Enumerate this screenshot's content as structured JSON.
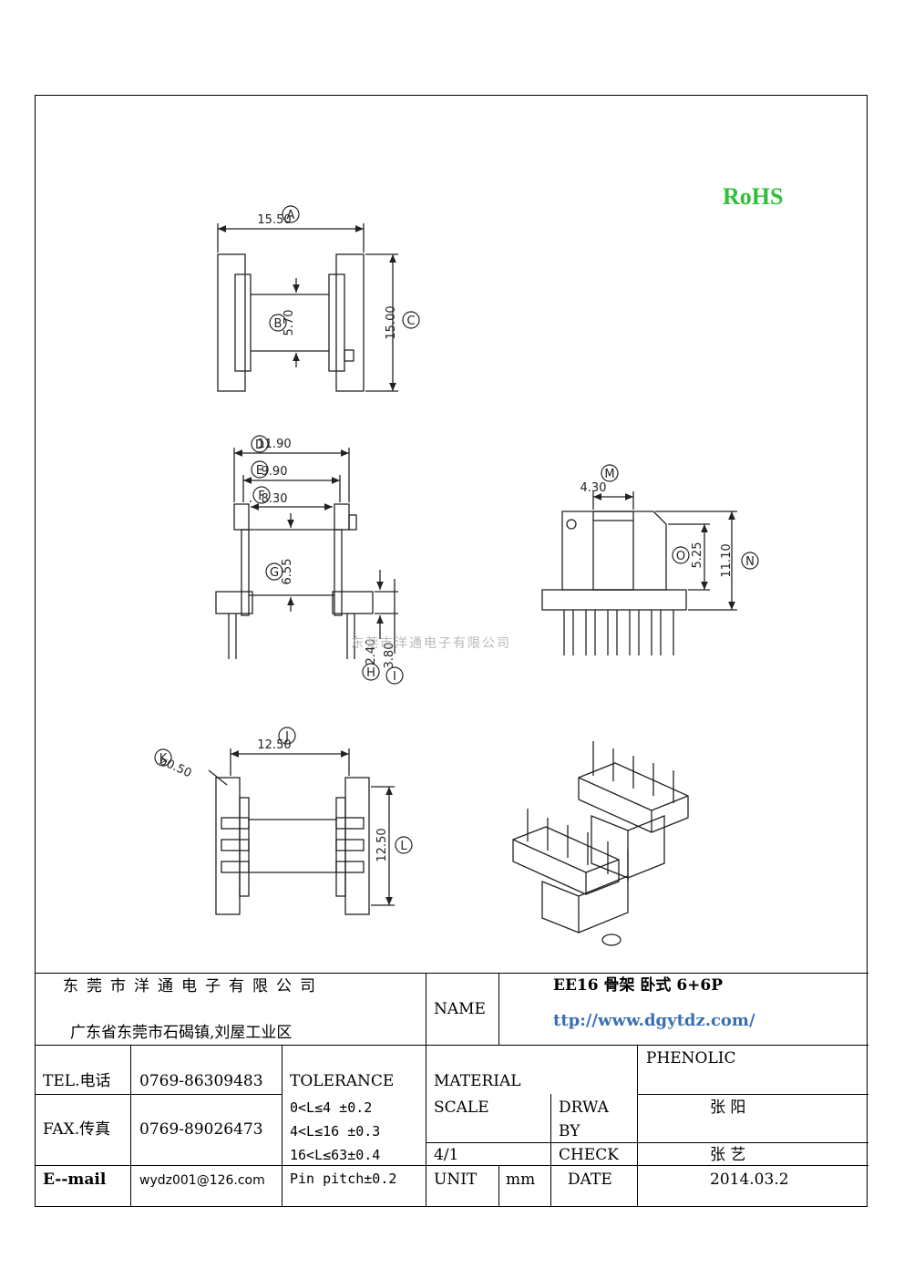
{
  "drawing": {
    "rohs_mark": "RoHS",
    "watermark": "东莞市洋通电子有限公司",
    "dimensions": [
      {
        "tag": "A",
        "value": "15.50"
      },
      {
        "tag": "B",
        "value": "5.70"
      },
      {
        "tag": "C",
        "value": "15.00"
      },
      {
        "tag": "D",
        "value": "11.90"
      },
      {
        "tag": "E",
        "value": "9.90"
      },
      {
        "tag": "F",
        "value": "8.30"
      },
      {
        "tag": "G",
        "value": "6.55"
      },
      {
        "tag": "H",
        "value": "2.40"
      },
      {
        "tag": "I",
        "value": "3.80"
      },
      {
        "tag": "J",
        "value": "12.50"
      },
      {
        "tag": "K",
        "value": "ø0.50"
      },
      {
        "tag": "L",
        "value": "12.50"
      },
      {
        "tag": "M",
        "value": "4.30"
      },
      {
        "tag": "O",
        "value": "5.25"
      },
      {
        "tag": "N",
        "value": "11.10"
      }
    ]
  },
  "title_block": {
    "company": "东莞市洋通电子有限公司",
    "address": "广东省东莞市石碣镇,刘屋工业区",
    "name_label": "NAME",
    "name_value": "EE16 骨架  卧式 6+6P",
    "website": "ttp://www.dgytdz.com/",
    "tel_label": "TEL.电话",
    "tel_value": "0769-86309483",
    "fax_label": "FAX.传真",
    "fax_value": "0769-89026473",
    "email_label": "E--mail",
    "email_value": "wydz001@126.com",
    "tolerance_label": "TOLERANCE",
    "tolerance_lines": [
      "0<L≤4   ±0.2",
      "4<L≤16  ±0.3",
      "16<L≤63±0.4",
      "Pin pitch±0.2"
    ],
    "material_label": "MATERIAL",
    "material_value": "PHENOLIC",
    "scale_label": "SCALE",
    "scale_value": "4/1",
    "drawn_label_1": "DRWA",
    "drawn_label_2": "BY",
    "drawn_value": "张 阳",
    "check_label": "CHECK",
    "check_value": "张 艺",
    "unit_label": "UNIT",
    "unit_value": "mm",
    "date_label": "DATE",
    "date_value": "2014.03.2"
  }
}
